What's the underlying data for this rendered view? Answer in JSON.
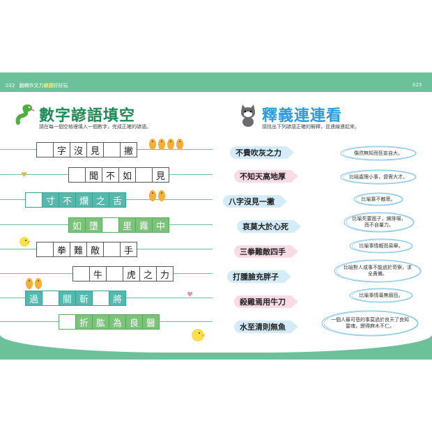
{
  "header": {
    "page_left": "022",
    "series_prefix": "翻轉作文力",
    "series_highlight": "諺語",
    "series_suffix": "好好玩",
    "page_right": "023"
  },
  "left": {
    "title": "數字諺語填空",
    "instruction": "請在每一個空格裡填入一個數字，完成正確的諺語。",
    "rows": [
      {
        "cells": [
          "",
          "字",
          "沒",
          "見",
          "",
          "撇"
        ],
        "style": "plain"
      },
      {
        "cells": [
          "",
          "聞",
          "不",
          "如",
          "",
          "見"
        ],
        "style": "plain"
      },
      {
        "cells": [
          "寸",
          "不",
          "爛",
          "之",
          "舌"
        ],
        "style": "teal"
      },
      {
        "cells": [
          "如",
          "墮",
          "",
          "里",
          "霧",
          "中"
        ],
        "style": "filled"
      },
      {
        "cells": [
          "拳",
          "難",
          "敵",
          "",
          "手"
        ],
        "style": "plain"
      },
      {
        "cells": [
          "",
          "牛",
          "",
          "虎",
          "之",
          "力"
        ],
        "style": "plain"
      },
      {
        "cells": [
          "過",
          "",
          "關",
          "斬",
          "",
          "將"
        ],
        "style": "teal"
      },
      {
        "cells": [
          "折",
          "肱",
          "為",
          "良",
          "醫"
        ],
        "style": "filled"
      }
    ]
  },
  "right": {
    "title": "釋義連連看",
    "instruction": "請找出下列諺語正確的解釋，並連線連起來。",
    "proverbs": [
      "不費吹灰之力",
      "不知天高地厚",
      "八字沒見一撇",
      "哀莫大於心死",
      "三拳難敵四手",
      "打腫臉充胖子",
      "殺雞焉用牛刀",
      "水至清則無魚"
    ],
    "meanings": [
      "傷然無知而狂妄自大。",
      "比喻處理小事，毋需大才。",
      "比喻寡不敵眾。",
      "比喻死要面子，搞排場，而不自量力。",
      "比喻事情輕而易舉。",
      "比喻對人或事不能過於苛察，求全責備。",
      "比喻事情毫無眉目。",
      "一個人最可悲的事莫過於良天了良知靈魂，變得麻木不仁。"
    ]
  },
  "colors": {
    "green": "#6cc09a",
    "title_green": "#1e8a54",
    "title_blue": "#2d9bd7",
    "fish_blue": "#d4ecf7",
    "fish_pink": "#f8dbe6"
  }
}
